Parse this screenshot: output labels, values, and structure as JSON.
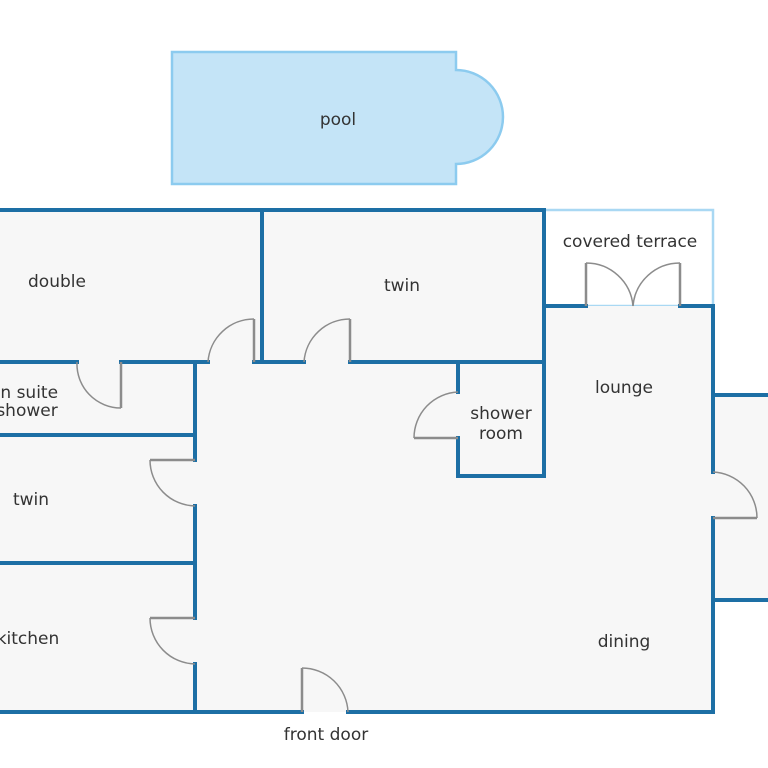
{
  "colors": {
    "wall": "#1d6fa5",
    "floor": "#f7f7f7",
    "pool_fill": "#c4e4f7",
    "pool_stroke": "#8ccbef",
    "terrace_stroke": "#a9d8f3",
    "door": "#8c8c8c",
    "label": "#333333"
  },
  "rooms": {
    "pool": "pool",
    "double": "double",
    "twin_top": "twin",
    "covered_terrace": "covered terrace",
    "en_suite_line1": "en suite",
    "en_suite_line2": "shower",
    "shower_room_line1": "shower",
    "shower_room_line2": "room",
    "lounge": "lounge",
    "twin_left": "twin",
    "kitchen": "kitchen",
    "dining": "dining",
    "front_door": "front door"
  }
}
